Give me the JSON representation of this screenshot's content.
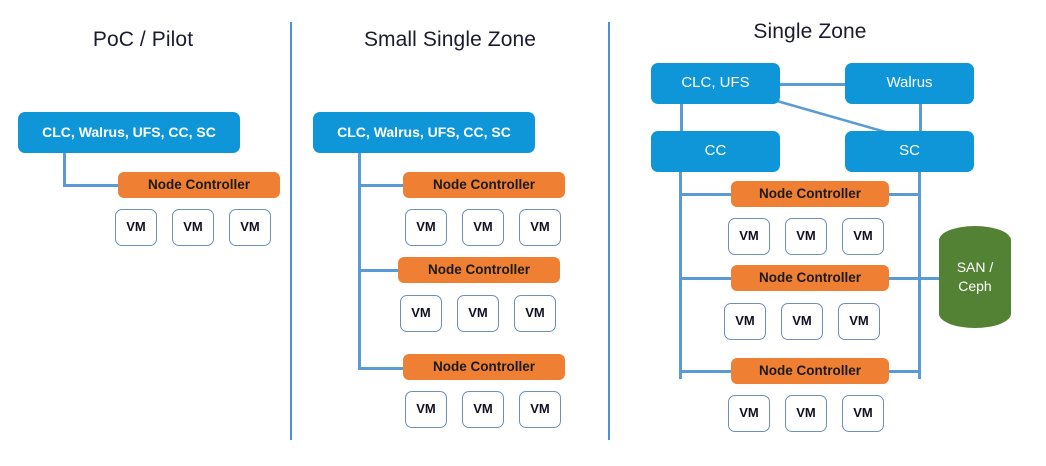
{
  "colors": {
    "blue_box": "#0f96d8",
    "orange_box": "#ef7f32",
    "green_storage": "#548235",
    "connector": "#5b9bd5",
    "vm_border": "#6f8fb5",
    "divider": "#4a90d9",
    "title_text": "#1b1b2f",
    "background": "#ffffff"
  },
  "panels": [
    {
      "id": "poc-pilot",
      "title": "PoC / Pilot",
      "controller": {
        "label": "CLC, Walrus, UFS, CC, SC"
      },
      "node_controllers": [
        {
          "label": "Node Controller",
          "vms": [
            "VM",
            "VM",
            "VM"
          ]
        }
      ]
    },
    {
      "id": "small-single-zone",
      "title": "Small Single Zone",
      "controller": {
        "label": "CLC, Walrus, UFS, CC, SC"
      },
      "node_controllers": [
        {
          "label": "Node Controller",
          "vms": [
            "VM",
            "VM",
            "VM"
          ]
        },
        {
          "label": "Node Controller",
          "vms": [
            "VM",
            "VM",
            "VM"
          ]
        },
        {
          "label": "Node Controller",
          "vms": [
            "VM",
            "VM",
            "VM"
          ]
        }
      ]
    },
    {
      "id": "single-zone",
      "title": "Single Zone",
      "services": [
        {
          "id": "clc-ufs",
          "label": "CLC, UFS"
        },
        {
          "id": "walrus",
          "label": "Walrus"
        },
        {
          "id": "cc",
          "label": "CC"
        },
        {
          "id": "sc",
          "label": "SC"
        }
      ],
      "node_controllers": [
        {
          "label": "Node Controller",
          "vms": [
            "VM",
            "VM",
            "VM"
          ]
        },
        {
          "label": "Node Controller",
          "vms": [
            "VM",
            "VM",
            "VM"
          ]
        },
        {
          "label": "Node Controller",
          "vms": [
            "VM",
            "VM",
            "VM"
          ]
        }
      ],
      "storage": {
        "id": "san-ceph",
        "label": "SAN /\nCeph",
        "line1": "SAN /",
        "line2": "Ceph"
      }
    }
  ]
}
